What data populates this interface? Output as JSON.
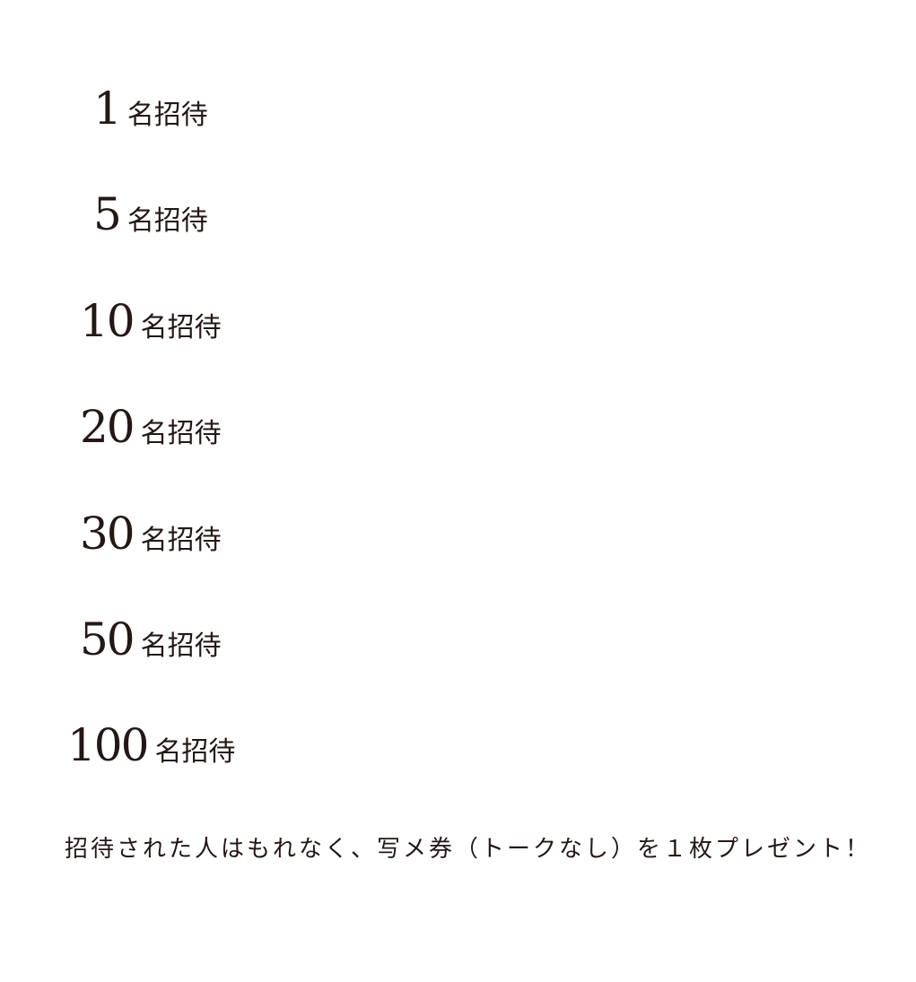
{
  "tiers": [
    {
      "number": "1",
      "label": "名招待"
    },
    {
      "number": "5",
      "label": "名招待"
    },
    {
      "number": "10",
      "label": "名招待"
    },
    {
      "number": "20",
      "label": "名招待"
    },
    {
      "number": "30",
      "label": "名招待"
    },
    {
      "number": "50",
      "label": "名招待"
    },
    {
      "number": "100",
      "label": "名招待"
    }
  ],
  "note": "招待された人はもれなく、写メ券（トークなし）を１枚プレゼント！",
  "colors": {
    "text": "#231815",
    "background": "#ffffff"
  }
}
